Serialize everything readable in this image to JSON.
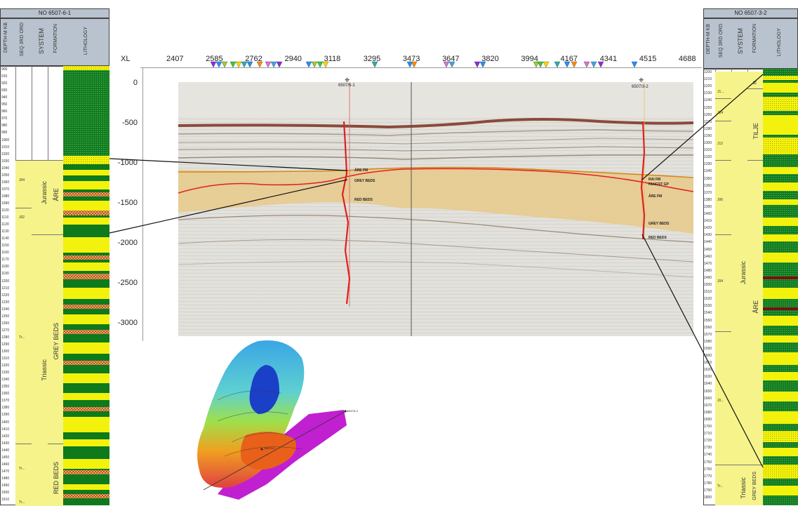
{
  "left_well": {
    "title": "NO 6507-6-1",
    "col_depth": "DEPTH-M KB",
    "col_seq": "SEQ 3RD ORD",
    "col_system": "SYSTEM",
    "col_formation": "FORMATION",
    "col_lithology": "LITHOLOGY",
    "depths": [
      "900",
      "910",
      "920",
      "930",
      "940",
      "950",
      "960",
      "970",
      "980",
      "990",
      "1000",
      "1010",
      "1020",
      "1030",
      "1040",
      "1050",
      "1060",
      "1070",
      "1080",
      "1090",
      "1100",
      "1110",
      "1120",
      "1130",
      "1140",
      "1150",
      "1160",
      "1170",
      "1180",
      "1190",
      "1200",
      "1210",
      "1220",
      "1230",
      "1240",
      "1250",
      "1260",
      "1270",
      "1280",
      "1290",
      "1300",
      "1310",
      "1320",
      "1330",
      "1340",
      "1350",
      "1360",
      "1370",
      "1380",
      "1390",
      "1400",
      "1410",
      "1420",
      "1430",
      "1440",
      "1450",
      "1460",
      "1470",
      "1480",
      "1490",
      "1500",
      "1510"
    ],
    "seq": [
      "J04",
      "J02",
      "Tr...",
      "Tr...",
      "Tr..."
    ],
    "system": [
      "Jurassic",
      "Triassic"
    ],
    "formation": [
      "ÅRE",
      "GREY BEDS",
      "RED BEDS"
    ]
  },
  "right_well": {
    "title": "NO 6507-3-2",
    "col_depth": "DEPTH-M KB",
    "col_seq": "SEQ 3RD ORD",
    "col_system": "SYSTEM",
    "col_formation": "FORMATION",
    "col_lithology": "LITHOLOGY",
    "depths": [
      "1200",
      "1210",
      "1220",
      "1230",
      "1240",
      "1250",
      "1260",
      "1270",
      "1280",
      "1290",
      "1300",
      "1310",
      "1320",
      "1330",
      "1340",
      "1350",
      "1360",
      "1370",
      "1380",
      "1390",
      "1400",
      "1410",
      "1420",
      "1430",
      "1440",
      "1450",
      "1460",
      "1470",
      "1480",
      "1490",
      "1500",
      "1510",
      "1520",
      "1530",
      "1540",
      "1550",
      "1560",
      "1570",
      "1580",
      "1590",
      "1600",
      "1610",
      "1620",
      "1630",
      "1640",
      "1650",
      "1660",
      "1670",
      "1680",
      "1690",
      "1700",
      "1710",
      "1720",
      "1730",
      "1740",
      "1750",
      "1760",
      "1770",
      "1780",
      "1790",
      "1800"
    ],
    "seq": [
      "J1...",
      "J14",
      "J12",
      "J06",
      "J04",
      "J0...",
      "Tr..."
    ],
    "system": [
      "Jurassic",
      "Triassic"
    ],
    "formation": [
      "R",
      "TILJE",
      "ÅRE",
      "GREY BEDS"
    ]
  },
  "section": {
    "xl_label": "XL",
    "xl_ticks": [
      "2407",
      "2585",
      "2762",
      "2940",
      "3118",
      "3295",
      "3473",
      "3647",
      "3820",
      "3994",
      "4167",
      "4341",
      "4515",
      "4688"
    ],
    "twt_ticks": [
      "0",
      "-500",
      "-1000",
      "-1500",
      "-2000",
      "-2500",
      "-3000"
    ],
    "well_1": "6507/6-1",
    "well_2": "6507/3-2",
    "well1_formations": [
      "ÅRE FM",
      "GREY BEDS",
      "RED BEDS"
    ],
    "well2_formations": [
      "RAI FM",
      "FANGST GP",
      "ÅRE FM",
      "GREY BEDS",
      "RED BEDS"
    ]
  },
  "map": {
    "well_1": "6507/6-1",
    "well_2": "6507/3-2"
  },
  "colors": {
    "header": "#b9c3cf",
    "green": "#0e7a1c",
    "yellow": "#f3f20c",
    "horizon": "#e02020",
    "fill": "#e8c98a"
  }
}
